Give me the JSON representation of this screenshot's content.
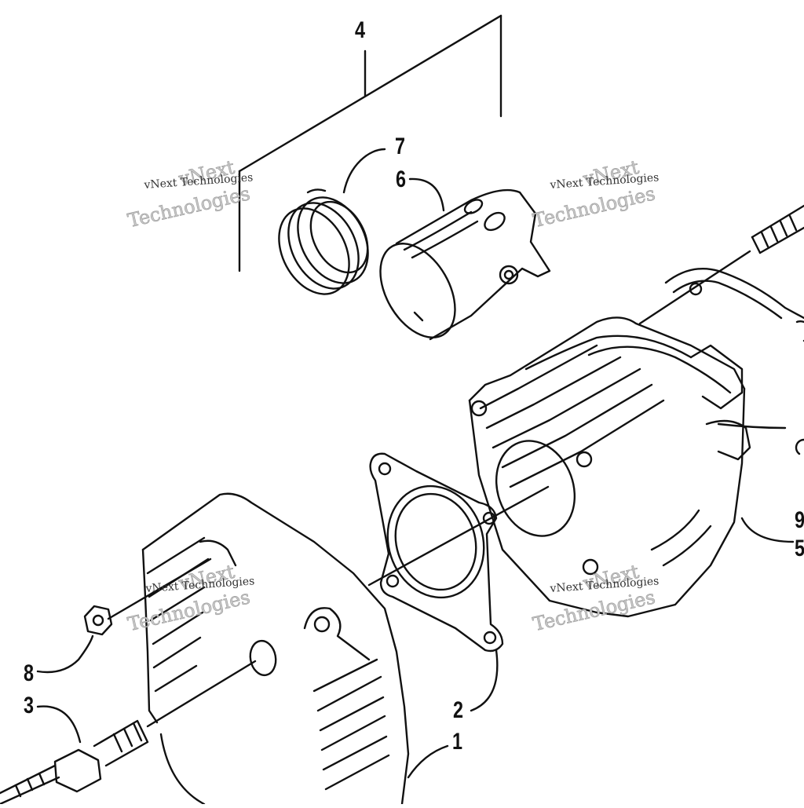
{
  "callouts": {
    "c1": "1",
    "c2": "2",
    "c3": "3",
    "c4": "4",
    "c5": "5",
    "c6": "6",
    "c7": "7",
    "c8": "8",
    "c9": "9"
  },
  "watermark": {
    "line_small": "vNext Technologies",
    "line_top": "vNext",
    "line_bottom": "Technologies"
  },
  "colors": {
    "ink": "#111111",
    "watermark": "#9a9a9a",
    "background": "#ffffff"
  }
}
